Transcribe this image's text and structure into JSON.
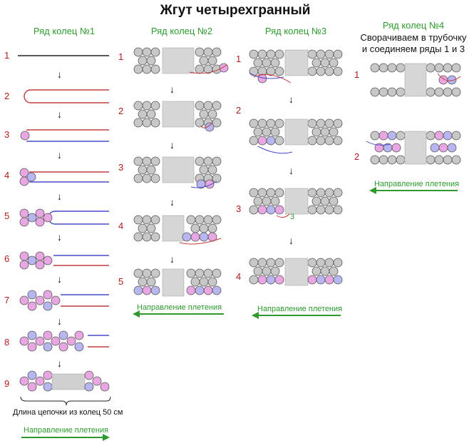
{
  "title": "Жгут четырехгранный",
  "columns": [
    {
      "heading": "Ряд колец №1",
      "steps": [
        "1",
        "2",
        "3",
        "4",
        "5",
        "6",
        "7",
        "8",
        "9"
      ]
    },
    {
      "heading": "Ряд колец №2",
      "steps": [
        "1",
        "2",
        "3",
        "4",
        "5"
      ]
    },
    {
      "heading": "Ряд колец №3",
      "steps": [
        "1",
        "2",
        "3",
        "4"
      ]
    },
    {
      "heading": "Ряд колец №4",
      "note_line1": "Сворачиваем в трубочку",
      "note_line2": "и соединяем ряды 1 и 3",
      "steps": [
        "1",
        "2"
      ]
    }
  ],
  "length_note": "Длина цепочки из колец 50 см",
  "direction_label": "Направление плетения",
  "step3_mark": "3",
  "colors": {
    "heading": "#2e9a2e",
    "step_number": "#b11c1c",
    "bead_grey": "#9a9a9a",
    "bead_pink": "#d860c8",
    "bead_blue": "#7a78e8",
    "thread_red": "#c43a3a",
    "thread_blue": "#4a4ac8"
  }
}
